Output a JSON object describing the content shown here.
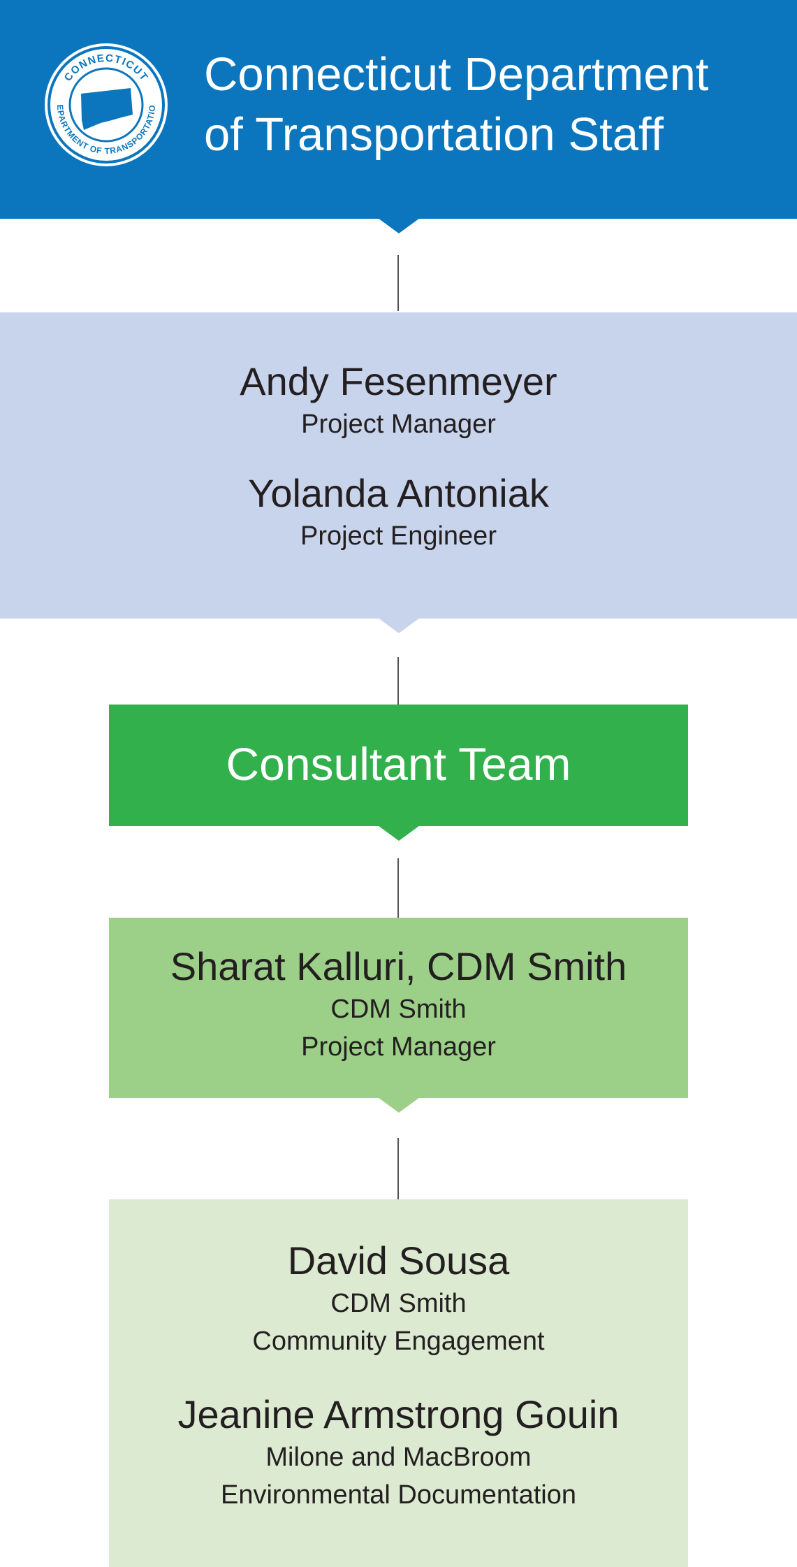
{
  "header": {
    "title_line1": "Connecticut Department",
    "title_line2": "of Transportation Staff",
    "seal": {
      "top_text": "CONNECTICUT",
      "bottom_text": "DEPARTMENT OF TRANSPORTATION"
    }
  },
  "dot_staff": [
    {
      "name": "Andy Fesenmeyer",
      "role": "Project Manager"
    },
    {
      "name": "Yolanda Antoniak",
      "role": "Project Engineer"
    }
  ],
  "consultant": {
    "title": "Consultant Team"
  },
  "consultant_pm": {
    "name": "Sharat Kalluri, CDM Smith",
    "company": "CDM Smith",
    "role": "Project Manager"
  },
  "consultant_staff": [
    {
      "name": "David Sousa",
      "company": "CDM Smith",
      "role": "Community Engagement"
    },
    {
      "name": "Jeanine Armstrong Gouin",
      "company": "Milone and MacBroom",
      "role": "Environmental Documentation"
    }
  ],
  "colors": {
    "header_blue": "#0b76bd",
    "dot_lavender": "#c8d4ec",
    "consultant_green": "#32b04c",
    "pm_green": "#9ccf88",
    "team_green": "#dcead1",
    "connector": "#555555"
  }
}
